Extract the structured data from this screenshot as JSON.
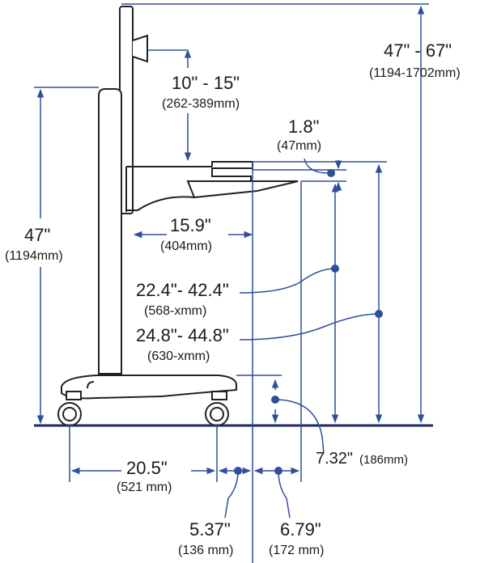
{
  "colors": {
    "line": "#2f4f9a",
    "dot": "#2f4f9a",
    "frame": "#222222",
    "ground": "#1c2b5e",
    "text": "#1a1a1a"
  },
  "dimensions": {
    "overall_height": {
      "value": "47\" - 67\"",
      "metric": "(1194-1702mm)"
    },
    "mount_offset": {
      "value": "10\" - 15\"",
      "metric": "(262-389mm)"
    },
    "tray_thickness": {
      "value": "1.8\"",
      "metric": "(47mm)"
    },
    "column_height": {
      "value": "47\"",
      "metric": "(1194mm)"
    },
    "tray_depth": {
      "value": "15.9\"",
      "metric": "(404mm)"
    },
    "tray_height": {
      "value": "22.4\"- 42.4\"",
      "metric": "(568-xmm)"
    },
    "top_height": {
      "value": "24.8\"- 44.8\"",
      "metric": "(630-xmm)"
    },
    "base_height": {
      "value": "7.32\"",
      "metric": "(186mm)"
    },
    "wheelbase": {
      "value": "20.5\"",
      "metric": "(521 mm)"
    },
    "rear_offset": {
      "value": "5.37\"",
      "metric": "(136 mm)"
    },
    "front_offset": {
      "value": "6.79\"",
      "metric": "(172 mm)"
    }
  }
}
